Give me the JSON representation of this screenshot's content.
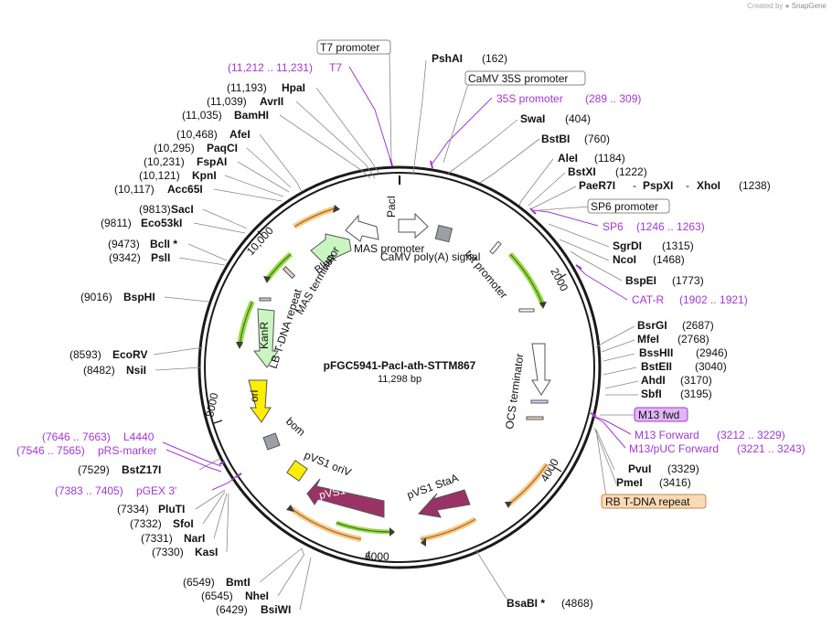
{
  "credit": {
    "prefix": "Created by",
    "brand": "SnapGene"
  },
  "plasmid": {
    "name": "pFGC5941-PacI-ath-STTM867",
    "size": "11,298 bp"
  },
  "ring_ticks": [
    "2000",
    "4000",
    "6000",
    "8000",
    "10,000"
  ],
  "enzymes": [
    {
      "name": "PshAI",
      "pos": "(162)"
    },
    {
      "name": "SwaI",
      "pos": "(404)"
    },
    {
      "name": "BstBI",
      "pos": "(760)"
    },
    {
      "name": "AleI",
      "pos": "(1184)"
    },
    {
      "name": "BstXI",
      "pos": "(1222)"
    },
    {
      "name": "PaeR7I",
      "pos": ""
    },
    {
      "name": "PspXI",
      "pos": ""
    },
    {
      "name": "XhoI",
      "pos": "(1238)"
    },
    {
      "name": "SgrDI",
      "pos": "(1315)"
    },
    {
      "name": "NcoI",
      "pos": "(1468)"
    },
    {
      "name": "BspEI",
      "pos": "(1773)"
    },
    {
      "name": "BsrGI",
      "pos": "(2687)"
    },
    {
      "name": "MfeI",
      "pos": "(2768)"
    },
    {
      "name": "BssHII",
      "pos": "(2946)"
    },
    {
      "name": "BstEII",
      "pos": "(3040)"
    },
    {
      "name": "AhdI",
      "pos": "(3170)"
    },
    {
      "name": "SbfI",
      "pos": "(3195)"
    },
    {
      "name": "PvuI",
      "pos": "(3329)"
    },
    {
      "name": "PmeI",
      "pos": "(3416)"
    },
    {
      "name": "BsaBI *",
      "pos": "(4868)"
    },
    {
      "name": "HpaI",
      "pos": "(11,193)"
    },
    {
      "name": "AvrII",
      "pos": "(11,039)"
    },
    {
      "name": "BamHI",
      "pos": "(11,035)"
    },
    {
      "name": "AfeI",
      "pos": "(10,468)"
    },
    {
      "name": "PaqCI",
      "pos": "(10,295)"
    },
    {
      "name": "FspAI",
      "pos": "(10,231)"
    },
    {
      "name": "KpnI",
      "pos": "(10,121)"
    },
    {
      "name": "Acc65I",
      "pos": "(10,117)"
    },
    {
      "name": "SacI",
      "pos": "(9813)"
    },
    {
      "name": "Eco53kI",
      "pos": "(9811)"
    },
    {
      "name": "BclI *",
      "pos": "(9473)"
    },
    {
      "name": "PslI",
      "pos": "(9342)"
    },
    {
      "name": "BspHI",
      "pos": "(9016)"
    },
    {
      "name": "EcoRV",
      "pos": "(8593)"
    },
    {
      "name": "NsiI",
      "pos": "(8482)"
    },
    {
      "name": "BstZ17I",
      "pos": "(7529)"
    },
    {
      "name": "PluTI",
      "pos": "(7334)"
    },
    {
      "name": "SfoI",
      "pos": "(7332)"
    },
    {
      "name": "NarI",
      "pos": "(7331)"
    },
    {
      "name": "KasI",
      "pos": "(7330)"
    },
    {
      "name": "BmtI",
      "pos": "(6549)"
    },
    {
      "name": "NheI",
      "pos": "(6545)"
    },
    {
      "name": "BsiWI",
      "pos": "(6429)"
    }
  ],
  "primers": [
    {
      "name": "T7",
      "range": "(11,212 .. 11,231)"
    },
    {
      "name": "35S promoter",
      "range": "(289 .. 309)"
    },
    {
      "name": "SP6",
      "range": "(1246 .. 1263)"
    },
    {
      "name": "CAT-R",
      "range": "(1902 .. 1921)"
    },
    {
      "name": "M13 Forward",
      "range": "(3212 .. 3229)"
    },
    {
      "name": "M13/pUC Forward",
      "range": "(3221 .. 3243)"
    },
    {
      "name": "L4440",
      "range": "(7646 .. 7663)"
    },
    {
      "name": "pRS-marker",
      "range": "(7546 .. 7565)"
    },
    {
      "name": "pGEX 3'",
      "range": "(7383 .. 7405)"
    }
  ],
  "boxed_labels": {
    "t7_promoter": "T7 promoter",
    "camv_35s_promoter": "CaMV 35S promoter",
    "sp6_promoter": "SP6 promoter",
    "m13_fwd": "M13 fwd",
    "rb_tdna_repeat": "RB T-DNA repeat"
  },
  "features": {
    "paci": "PacI",
    "mas_promoter": "MAS promoter",
    "camv_polya": "CaMV poly(A) signal",
    "tet_promoter": "tet promoter",
    "blpr": "BlpR",
    "mas_terminator": "MAS terminator",
    "lb_tdna_repeat": "LB T-DNA repeat",
    "kanr": "KanR",
    "ori": "ori",
    "bom": "bom",
    "ocs_terminator": "OCS terminator",
    "pvs1_oriv": "pVS1 oriV",
    "pvs1_repa": "pVS1 RepA",
    "pvs1_staa": "pVS1 StaA"
  },
  "colors": {
    "primer": "#a238d2",
    "orange_arc": "#f5c98a",
    "green_arc": "#9ad94a",
    "blpr_fill": "#c8f5c0",
    "kanr_fill": "#c8f5c0",
    "ori_fill": "#ffee00",
    "repa_fill": "#993366",
    "staa_fill": "#993366",
    "m13_fwd_box": "#e2b6f5",
    "rb_box": "#fbd9b5",
    "grey_box": "#9aa0a6"
  }
}
